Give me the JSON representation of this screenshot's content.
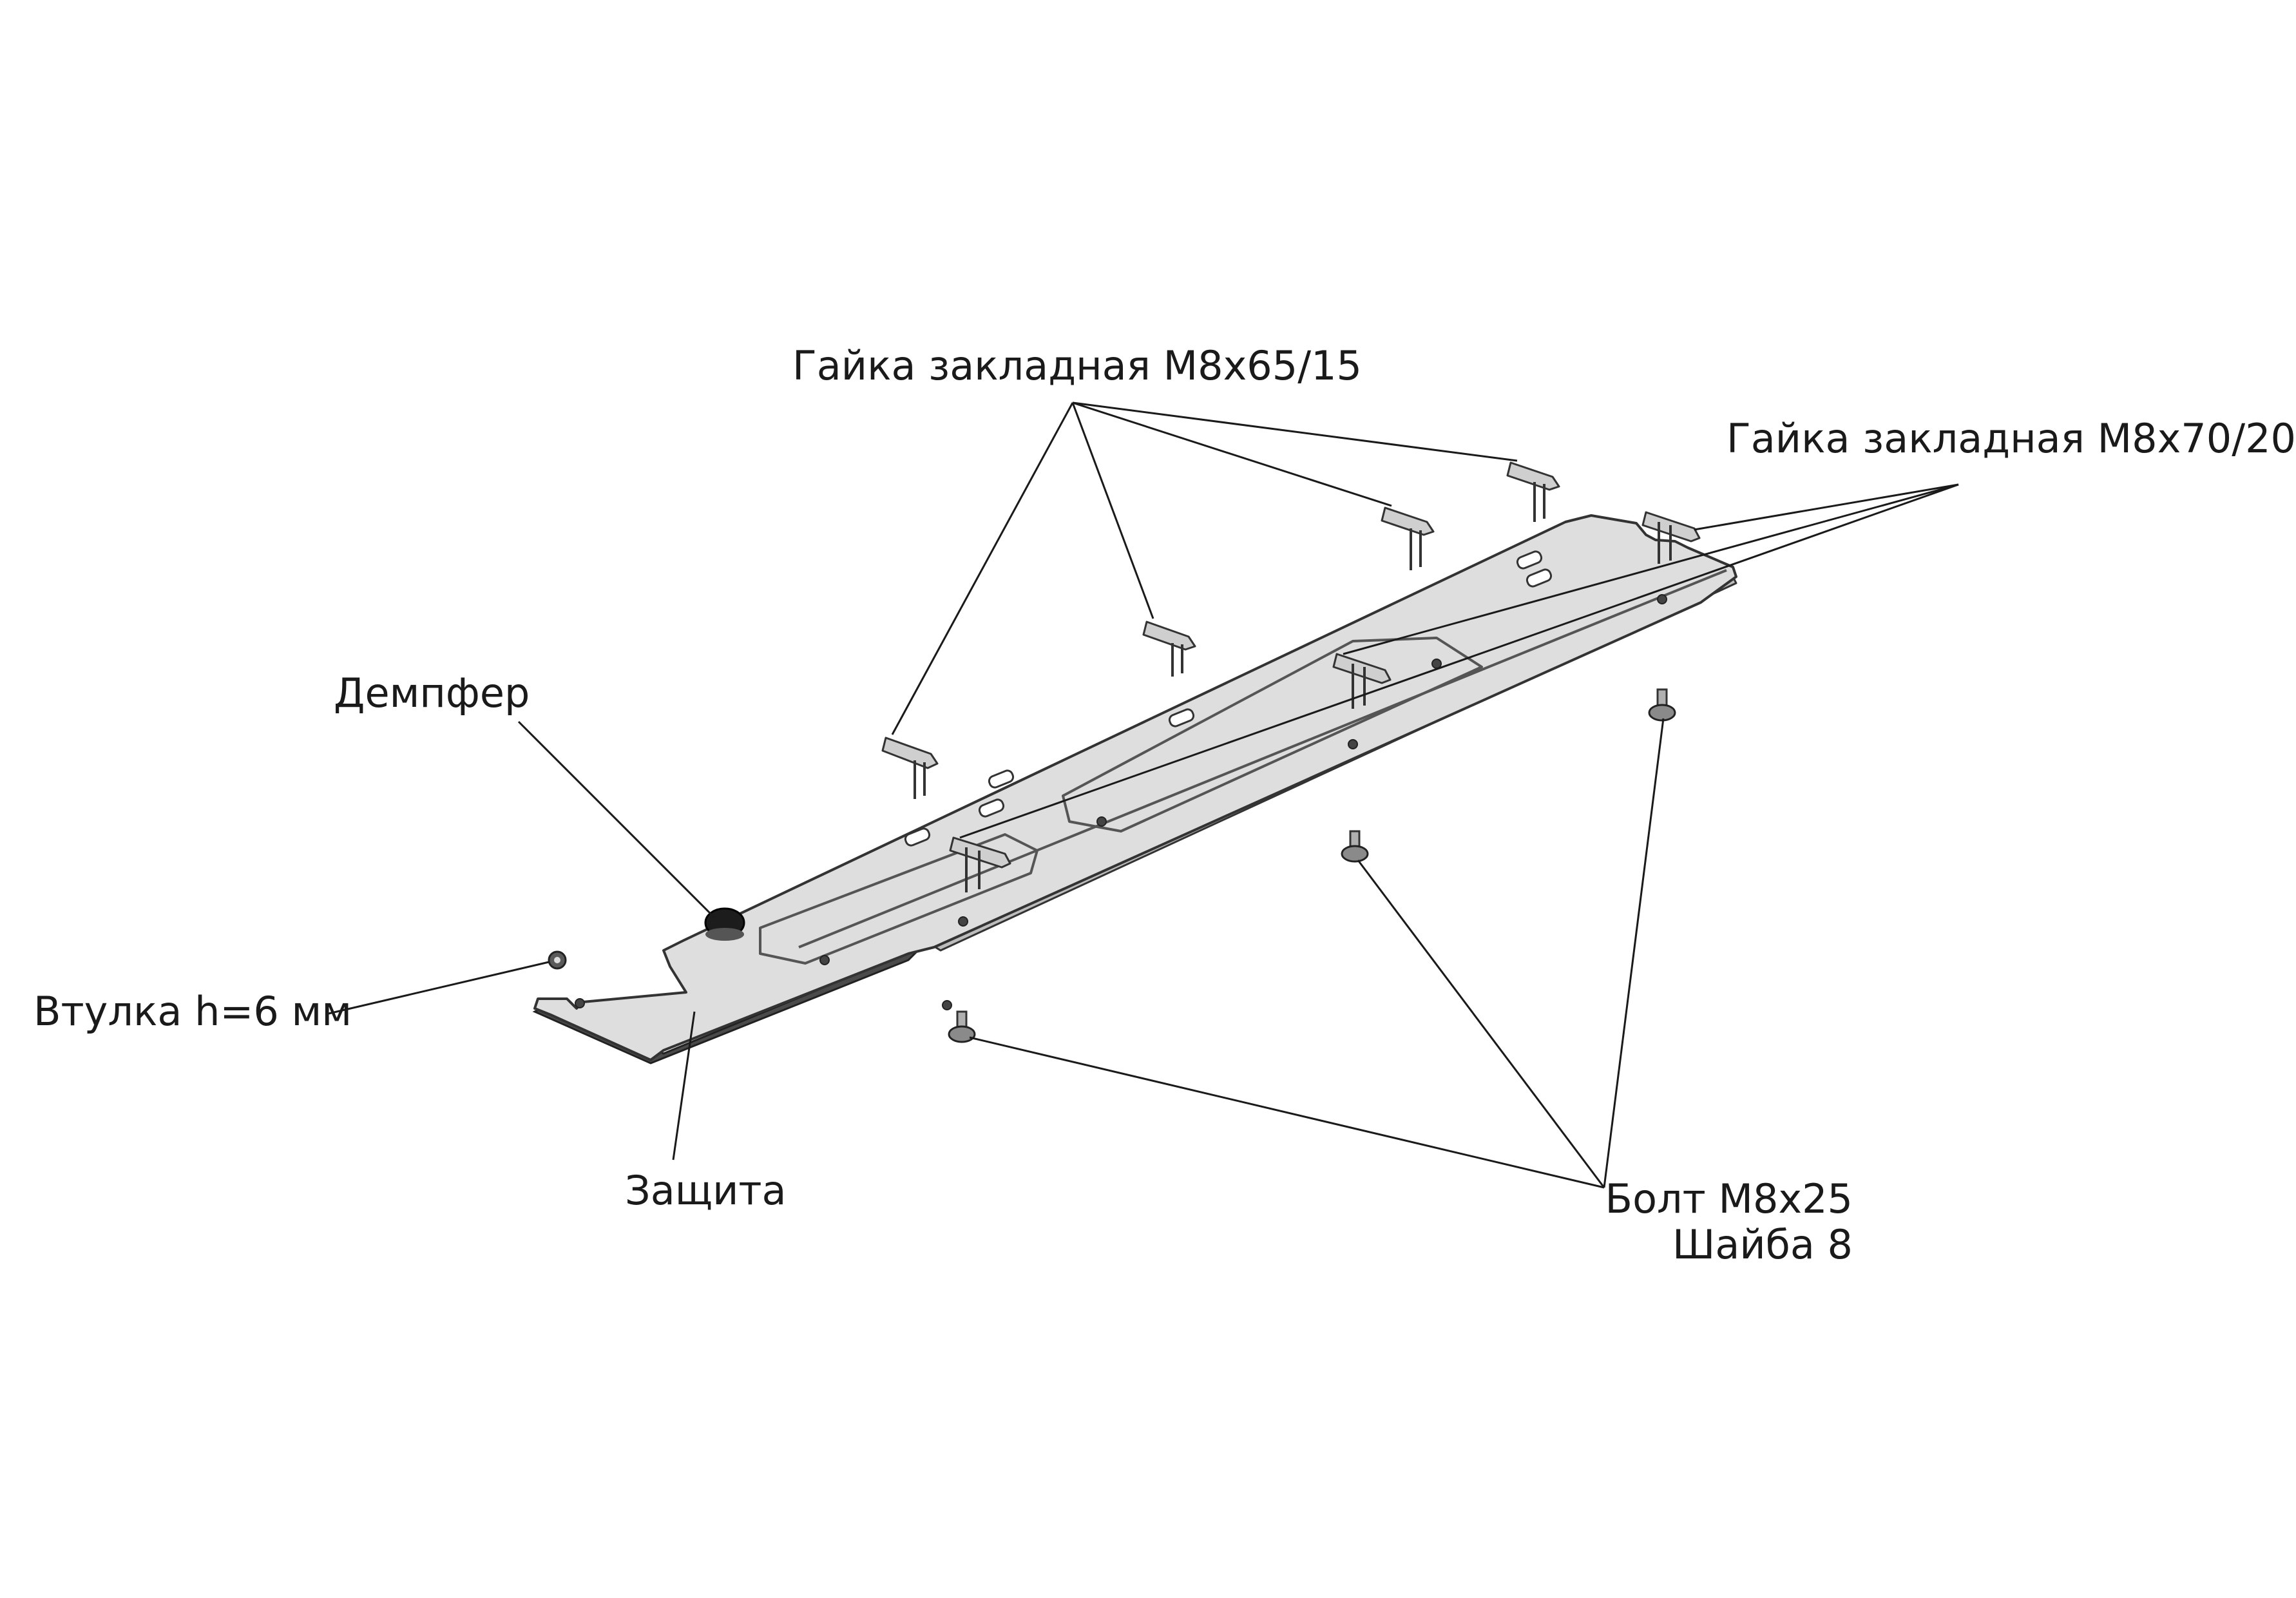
{
  "labels": {
    "nut_65": "Гайка закладная М8х65/15",
    "nut_70": "Гайка закладная М8х70/20",
    "damper": "Демпфер",
    "bushing": "Втулка h=6 мм",
    "guard": "Защита",
    "bolt": "Болт М8х25",
    "washer": "Шайба 8"
  },
  "colors": {
    "ink": "#1a1a1a",
    "plate": "#dedede",
    "edge": "#4a4a4a",
    "damper": "#1c1c1c"
  }
}
